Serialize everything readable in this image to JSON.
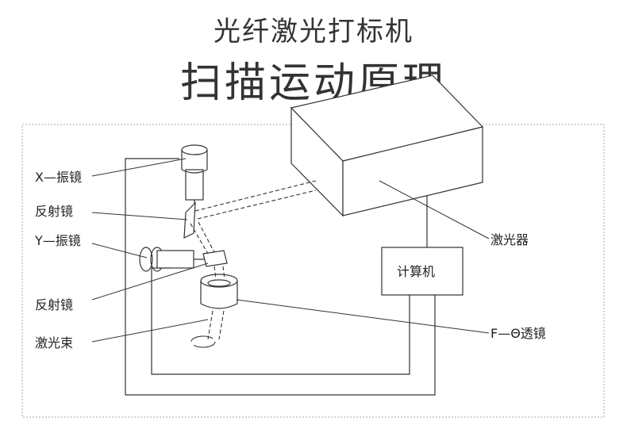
{
  "header": {
    "title": "光纤激光打标机",
    "subtitle": "扫描运动原理"
  },
  "labels": {
    "x_galvo": "X—振镜",
    "reflector_1": "反射镜",
    "y_galvo": "Y—振镜",
    "reflector_2": "反射镜",
    "laser_beam": "激光束",
    "laser": "激光器",
    "computer": "计算机",
    "f_theta": "F—Θ透镜"
  },
  "colors": {
    "line": "#333333",
    "frame": "#aaaaaa",
    "title": "#333333"
  }
}
